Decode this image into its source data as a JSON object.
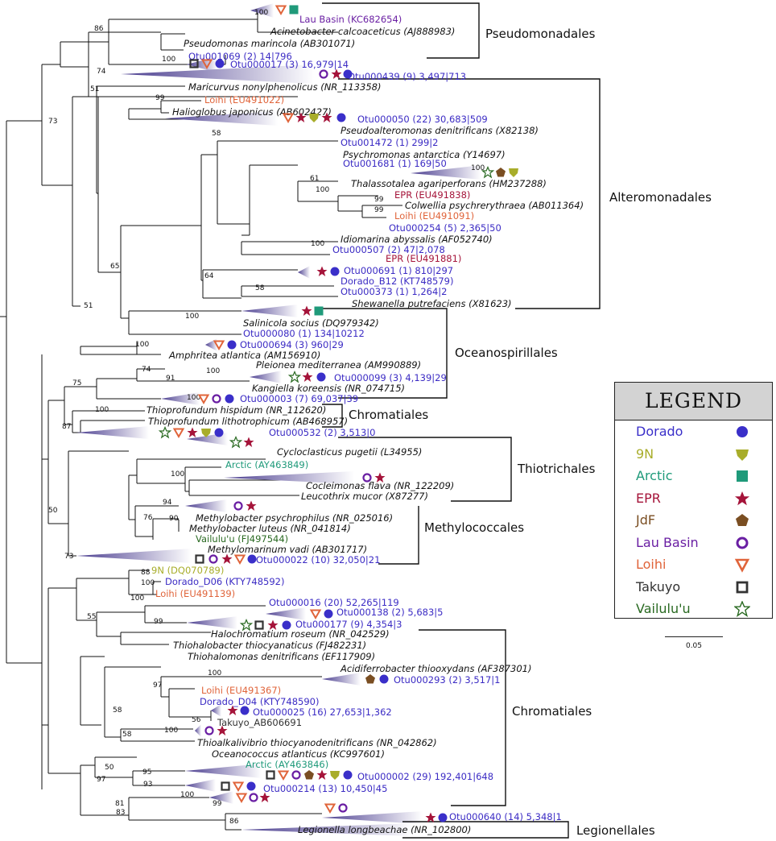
{
  "orders": {
    "pseudomonadales": "Pseudomonadales",
    "alteromonadales": "Alteromonadales",
    "oceanospirillales": "Oceanospirillales",
    "chromatiales_1": "Chromatiales",
    "thiotrichales": "Thiotrichales",
    "methylococcales": "Methylococcales",
    "chromatiales_2": "Chromatiales",
    "legionellales": "Legionellales"
  },
  "taxa": {
    "lau_basin_kc682654": "Lau Basin (KC682654)",
    "acinetobacter": "Acinetobacter calcoaceticus (AJ888983)",
    "pseudomonas": "Pseudomonas marincola (AB301071)",
    "otu001069": "Otu001069 (2) 14|796",
    "otu000017": "Otu000017 (3) 16,979|14",
    "otu000439": "Otu000439 (9) 3,497|713",
    "maricurvus": "Maricurvus nonylphenolicus (NR_113358)",
    "loihi_eu491022": "Loihi (EU491022)",
    "halioglobus": "Halioglobus japonicus (AB602427)",
    "otu000050": "Otu000050 (22) 30,683|509",
    "pseudoalteromonas": "Pseudoalteromonas denitrificans (X82138)",
    "otu001472": "Otu001472 (1) 299|2",
    "psychromonas": "Psychromonas antarctica (Y14697)",
    "otu001681": "Otu001681 (1) 169|50",
    "thalassotalea": "Thalassotalea agariperforans (HM237288)",
    "epr_eu491838": "EPR (EU491838)",
    "colwellia": "Colwellia psychrerythraea (AB011364)",
    "loihi_eu491091": "Loihi (EU491091)",
    "otu000254": "Otu000254 (5) 2,365|50",
    "idiomarina": "Idiomarina abyssalis (AF052740)",
    "otu000507": "Otu000507 (2) 47|2,078",
    "epr_eu491881": "EPR (EU491881)",
    "otu000691": "Otu000691 (1) 810|297",
    "dorado_b12": "Dorado_B12 (KT748579)",
    "otu000373": "Otu000373 (1) 1,264|2",
    "shewanella": "Shewanella putrefaciens (X81623)",
    "salinicola": "Salinicola socius (DQ979342)",
    "otu000080": "Otu000080 (1) 134|10212",
    "otu000694": "Otu000694 (3) 960|29",
    "amphritea": "Amphritea atlantica (AM156910)",
    "pleionea": "Pleionea mediterranea (AM990889)",
    "otu000099": "Otu000099 (3) 4,139|29",
    "kangiella": "Kangiella koreensis (NR_074715)",
    "otu000003": "Otu000003 (7) 69,037|39",
    "thioprofundum_h": "Thioprofundum hispidum (NR_112620)",
    "thioprofundum_l": "Thioprofundum lithotrophicum (AB468957)",
    "otu000532": "Otu000532 (2) 3,513|0",
    "cycloclasticus": "Cycloclasticus pugetii (L34955)",
    "arctic_ay463849": "Arctic (AY463849)",
    "cocleimonas": "Cocleimonas flava (NR_122209)",
    "leucothrix": "Leucothrix mucor (X87277)",
    "methylobacter_p": "Methylobacter psychrophilus (NR_025016)",
    "methylobacter_l": "Methylobacter luteus (NR_041814)",
    "vailulu_fj497544": "Vailulu'u (FJ497544)",
    "methylomarinum": "Methylomarinum vadi (AB301717)",
    "otu000022": "Otu000022 (10) 32,050|21",
    "n9_dq070789": "9N (DQ070789)",
    "dorado_d06": "Dorado_D06 (KTY748592)",
    "loihi_eu491139": "Loihi (EU491139)",
    "otu000016": "Otu000016 (20) 52,265|119",
    "otu000138": "Otu000138 (2) 5,683|5",
    "otu000177": "Otu000177 (9) 4,354|3",
    "halochromatium": "Halochromatium roseum (NR_042529)",
    "thiohalobacter": "Thiohalobacter thiocyanaticus (FJ482231)",
    "thiohalomonas": "Thiohalomonas denitrificans (EF117909)",
    "acidiferrobacter": "Acidiferrobacter thiooxydans (AF387301)",
    "otu000293": "Otu000293 (2) 3,517|1",
    "loihi_eu491367": "Loihi (EU491367)",
    "dorado_d04": "Dorado_D04 (KTY748590)",
    "otu000025": "Otu000025 (16) 27,653|1,362",
    "takuyo_ab606691": "Takuyo_AB606691",
    "thioalkalivibrio": "Thioalkalivibrio thiocyanodenitrificans (NR_042862)",
    "oceanococcus": "Oceanococcus atlanticus (KC997601)",
    "arctic_ay463846": "Arctic (AY463846)",
    "otu000002": "Otu000002 (29) 192,401|648",
    "otu000214": "Otu000214 (13) 10,450|45",
    "otu000640": "Otu000640 (14) 5,348|1",
    "legionella": "Legionella longbeachae (NR_102800)"
  },
  "bootstrap": {
    "b100a": "100",
    "b86": "86",
    "b100b": "100",
    "b74": "74",
    "b51a": "51",
    "b73a": "73",
    "b99a": "99",
    "b58a": "58",
    "b100c": "100",
    "b61": "61",
    "b100d": "100",
    "b99b": "99",
    "b99c": "99",
    "b100e": "100",
    "b65": "65",
    "b64": "64",
    "b58b": "58",
    "b51b": "51",
    "b100f": "100",
    "b100g": "100",
    "b74b": "74",
    "b91": "91",
    "b100h": "100",
    "b75": "75",
    "b100i": "100",
    "b87": "87",
    "b100j": "100",
    "b100k": "100",
    "b94": "94",
    "b76": "76",
    "b90": "90",
    "b50": "50",
    "b73b": "73",
    "b88": "88",
    "b100l": "100",
    "b100m": "100",
    "b55": "55",
    "b99d": "99",
    "b97": "97",
    "b100n": "100",
    "b56": "56",
    "b58c": "58",
    "b100o": "100",
    "b50b": "50",
    "b95": "95",
    "b97b": "97",
    "b93": "93",
    "b100p": "100",
    "b81": "81",
    "b99e": "99",
    "b83": "83",
    "b86b": "86"
  },
  "legend": {
    "title": "LEGEND",
    "items": [
      {
        "label": "Dorado",
        "color": "#3a2fc9",
        "icon": "circle-icon"
      },
      {
        "label": "9N",
        "color": "#a8ad2a",
        "icon": "shield-icon"
      },
      {
        "label": "Arctic",
        "color": "#1f9a7a",
        "icon": "square-icon"
      },
      {
        "label": "EPR",
        "color": "#a5143a",
        "icon": "star-icon"
      },
      {
        "label": "JdF",
        "color": "#7a4e22",
        "icon": "pentagon-icon"
      },
      {
        "label": "Lau Basin",
        "color": "#6a1fa3",
        "icon": "ring-icon"
      },
      {
        "label": "Loihi",
        "color": "#e0643a",
        "icon": "triangle-outline-icon"
      },
      {
        "label": "Takuyo",
        "color": "#333333",
        "icon": "square-outline-icon"
      },
      {
        "label": "Vailulu'u",
        "color": "#2a6a22",
        "icon": "star-outline-icon"
      }
    ]
  },
  "scale_bar": "0.05",
  "colors": {
    "dorado": "#3a2fc9",
    "n9": "#a8ad2a",
    "arctic": "#1f9a7a",
    "epr": "#a5143a",
    "jdf": "#7a4e22",
    "lau": "#6a1fa3",
    "loihi": "#e0643a",
    "takuyo": "#333333",
    "vailulu": "#2a6a22"
  }
}
